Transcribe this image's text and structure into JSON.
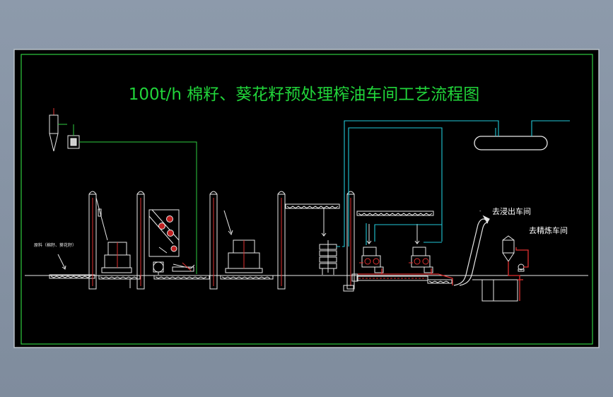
{
  "drawing": {
    "title": "100t/h 棉籽、葵花籽预处理榨油车间工艺流程图",
    "note_left": "原料（棉籽、葵花籽）",
    "label_extraction": "去浸出车间",
    "label_refinery": "去精炼车间"
  },
  "colors": {
    "background": "#000000",
    "frame": "#2ecc40",
    "equipment": "#ffffff",
    "steam_pipe": "#22c8d8",
    "oil_pipe": "#e02020",
    "title": "#21d43a"
  }
}
